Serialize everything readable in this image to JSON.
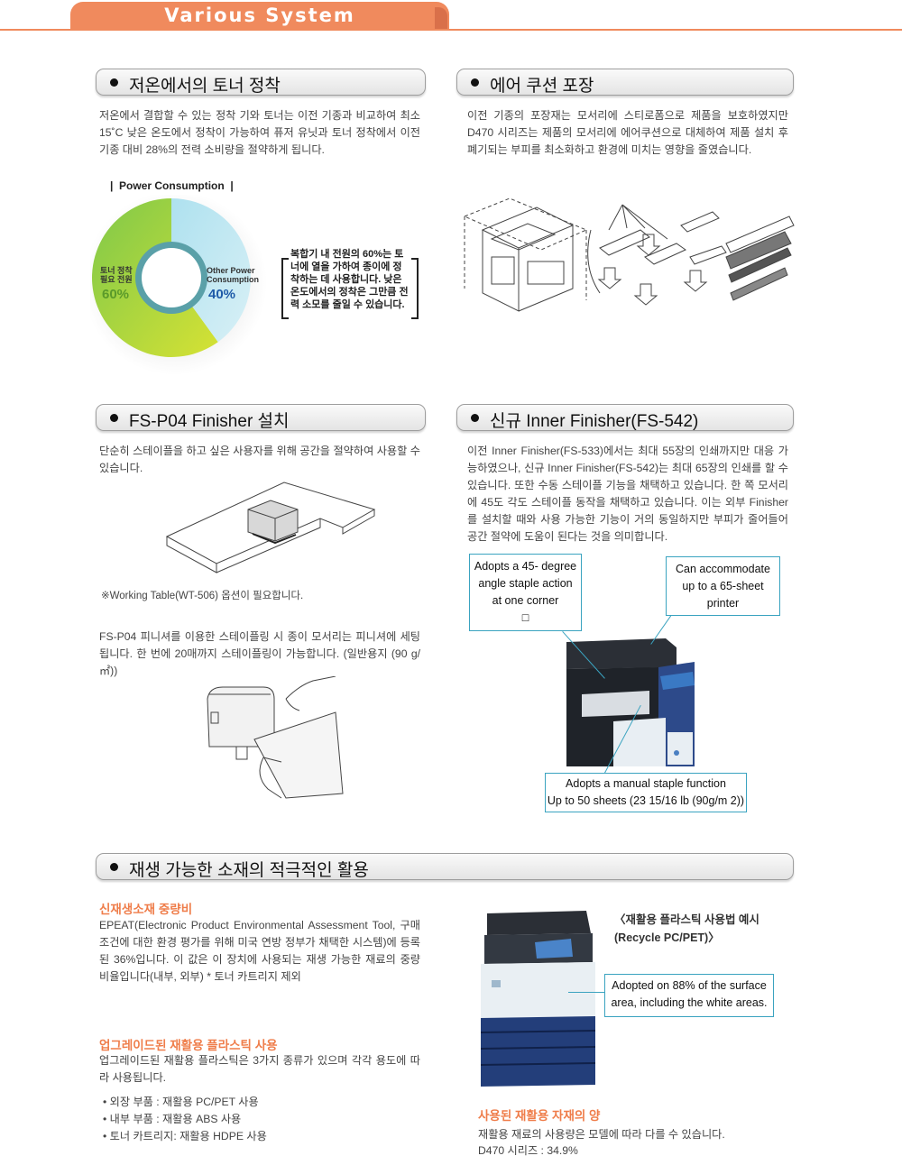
{
  "banner": {
    "title": "Various System"
  },
  "sections": {
    "toner": {
      "title": "저온에서의 토너 정착",
      "body": "저온에서 결합할 수 있는 정착 기와 토너는 이전 기종과 비교하여 최소 15˚C 낮은 온도에서 정착이 가능하여 퓨저 유닛과 토너 정착에서 이전 기종 대비 28%의 전력 소비량을 절약하게 됩니다.",
      "chart_label": "Power Consumption",
      "bracket_note": "복합기 내 전원의 60%는 토너에 열을 가하여 종이에 정착하는 데 사용합니다. 낮은 온도에서의 정착은 그만큼 전력 소모를 줄일 수 있습니다."
    },
    "air": {
      "title": "에어 쿠션 포장",
      "body": "이전 기종의 포장재는 모서리에 스티로폼으로 제품을 보호하였지만 D470 시리즈는 제품의 모서리에 에어쿠션으로 대체하여 제품 설치 후 폐기되는 부피를 최소화하고 환경에 미치는 영향을 줄였습니다."
    },
    "finisher_p04": {
      "title": "FS-P04 Finisher 설치",
      "body": "단순히 스테이플을 하고 싶은 사용자를 위해 공간을 절약하여 사용할 수 있습니다.",
      "note": "※Working Table(WT-506) 옵션이 필요합니다.",
      "body2": "FS-P04 피니셔를 이용한 스테이플링 시 종이 모서리는 피니셔에 세팅됩니다. 한 번에 20매까지 스테이플링이 가능합니다. (일반용지 (90 g/㎡))"
    },
    "inner": {
      "title": "신규 Inner Finisher(FS-542)",
      "body": "이전 Inner Finisher(FS-533)에서는 최대 55장의 인쇄까지만 대응 가능하였으나, 신규 Inner Finisher(FS-542)는 최대 65장의 인쇄를 할 수 있습니다. 또한 수동 스테이플 기능을 채택하고 있습니다. 한 쪽 모서리에 45도 각도 스테이플 동작을 채택하고 있습니다. 이는 외부 Finisher를 설치할 때와 사용 가능한 기능이 거의 동일하지만 부피가 줄어들어 공간 절약에 도움이 된다는 것을 의미합니다.",
      "callout1": [
        "Adopts a 45- degree",
        "angle staple action",
        "at one corner",
        "□"
      ],
      "callout2": [
        "Can accommodate",
        "up to a 65-sheet",
        "printer"
      ],
      "callout3": [
        "Adopts a manual staple function",
        "Up to 50 sheets (23 15/16 lb (90g/m 2))"
      ]
    },
    "recycle": {
      "title": "재생 가능한 소재의 적극적인 활용",
      "sub1": "신재생소재 중량비",
      "body1": "EPEAT(Electronic Product Environmental Assessment Tool, 구매 조건에 대한 환경 평가를 위해 미국 연방 정부가 채택한 시스템)에 등록된 36%입니다. 이 값은 이 장치에 사용되는 재생 가능한 재료의 중량 비율입니다(내부, 외부) * 토너 카트리지 제외",
      "sub2": "업그레이드된 재활용 플라스틱 사용",
      "body2": "업그레이드된 재활용 플라스틱은 3가지 종류가 있으며 각각 용도에 따라 사용됩니다.",
      "bullets": [
        "외장 부품 : 재활용 PC/PET 사용",
        "내부 부품 : 재활용 ABS 사용",
        "토너 카트리지: 재활용 HDPE 사용"
      ],
      "example_title1": "〈재활용 플라스틱 사용법 예시",
      "example_title2": "(Recycle PC/PET)〉",
      "callout": [
        "Adopted on 88% of the surface",
        "area, including the white areas."
      ],
      "sub3": "사용된 재활용 자재의 양",
      "body3a": "재활용 재료의 사용량은 모델에 따라 다를 수 있습니다.",
      "body3b": "D470 시리즈 : 34.9%"
    }
  },
  "chart_data": {
    "type": "pie",
    "title": "Power Consumption",
    "categories": [
      "토너 정착 필요 전원",
      "Other Power Consumption"
    ],
    "values": [
      60,
      40
    ],
    "labels": [
      "60%",
      "40%"
    ],
    "colors": [
      "#9ccc3a",
      "#b9e4f0"
    ]
  }
}
